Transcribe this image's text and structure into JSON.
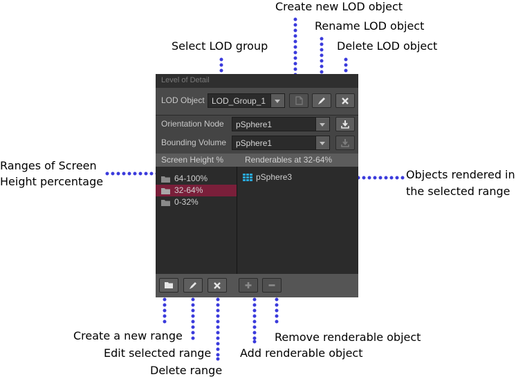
{
  "callouts": {
    "create_new_lod": "Create new LOD object",
    "rename_lod": "Rename LOD object",
    "select_lod_group": "Select LOD group",
    "delete_lod": "Delete LOD object",
    "ranges_line1": "Ranges of Screen",
    "ranges_line2": "Height percentage",
    "objects_line1": "Objects rendered in",
    "objects_line2": "the selected range",
    "create_range": "Create a new range",
    "edit_range": "Edit selected range",
    "delete_range": "Delete range",
    "remove_renderable": "Remove renderable object",
    "add_renderable": "Add renderable object"
  },
  "panel": {
    "title": "Level of Detail",
    "lod_object_label": "LOD Object",
    "lod_object_value": "LOD_Group_1",
    "orientation_label": "Orientation Node",
    "orientation_value": "pSphere1",
    "bounding_label": "Bounding Volume",
    "bounding_value": "pSphere1",
    "col_screen_height": "Screen Height %",
    "col_renderables": "Renderables at 32-64%",
    "ranges": [
      {
        "label": "64-100%",
        "selected": false
      },
      {
        "label": "32-64%",
        "selected": true
      },
      {
        "label": "0-32%",
        "selected": false
      }
    ],
    "renderables": [
      {
        "label": "pSphere3",
        "icon": "mesh-grid-icon"
      }
    ]
  },
  "colors": {
    "leader_dots": "#3b3bdc",
    "selected_range": "#7a1f3a",
    "mesh_icon": "#2aa7d8"
  }
}
